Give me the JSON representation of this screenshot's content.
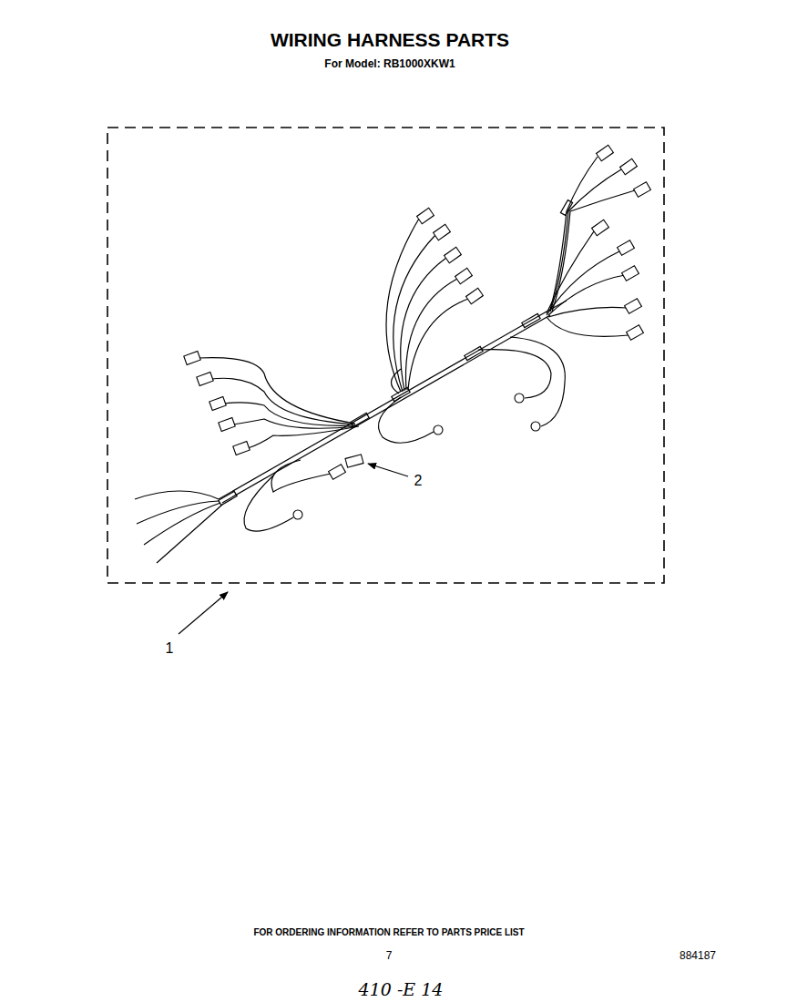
{
  "diagram": {
    "title": "WIRING HARNESS PARTS",
    "labels": [
      "For Model: RB1000XKW1",
      "1",
      "2",
      "FOR ORDERING INFORMATION REFER TO PARTS PRICE LIST",
      "7",
      "884187",
      "410 -E 14"
    ]
  }
}
